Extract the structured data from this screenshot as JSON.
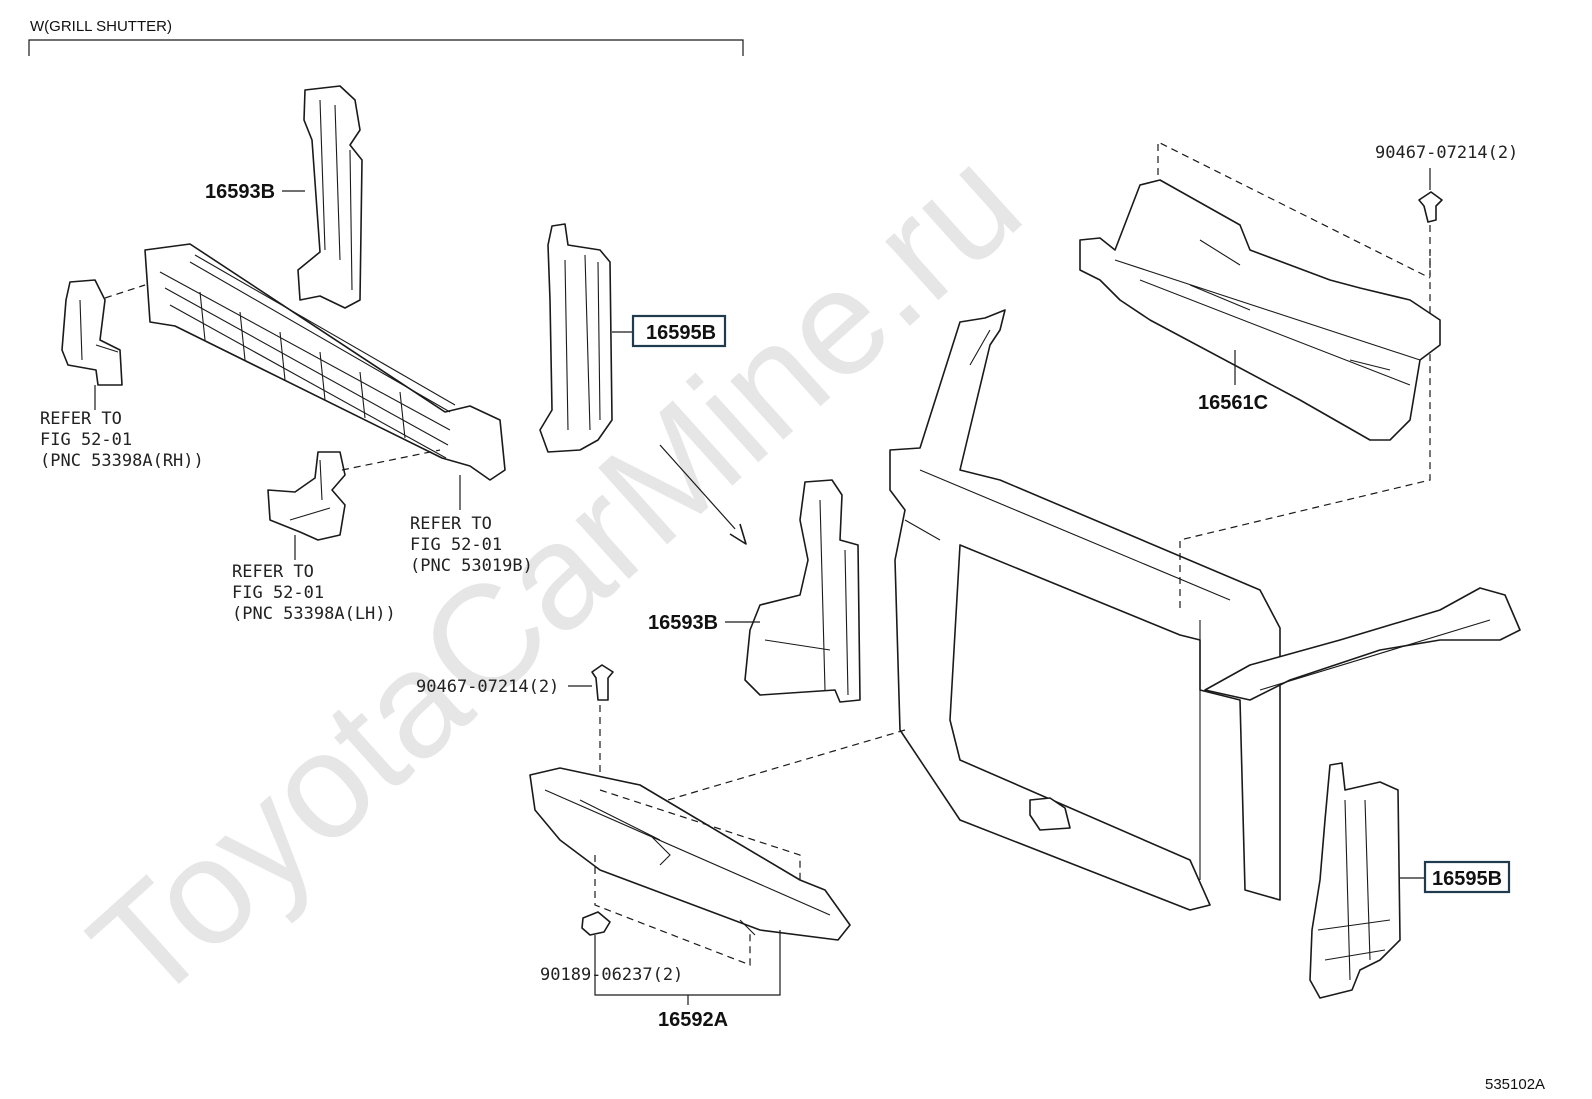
{
  "header": {
    "title": "W(GRILL SHUTTER)"
  },
  "watermark": "ToyotaCarMine.ru",
  "figure_code": "535102A",
  "parts": {
    "p16593B_top": "16593B",
    "p16595B_top": "16595B",
    "p16561C": "16561C",
    "p16593B_mid": "16593B",
    "p16595B_bottom": "16595B",
    "p16592A": "16592A",
    "clip_top_right": "90467-07214(2)",
    "clip_mid": "90467-07214(2)",
    "clip_bottom": "90189-06237(2)"
  },
  "refs": {
    "rh": [
      "REFER TO",
      "FIG 52-01",
      "(PNC 53398A(RH))"
    ],
    "b": [
      "REFER TO",
      "FIG 52-01",
      "(PNC 53019B)"
    ],
    "lh": [
      "REFER TO",
      "FIG 52-01",
      "(PNC 53398A(LH))"
    ]
  },
  "colors": {
    "line": "#1a1a1a",
    "highlight_box": "#1f3b4d",
    "watermark": "#e6e6e6"
  }
}
